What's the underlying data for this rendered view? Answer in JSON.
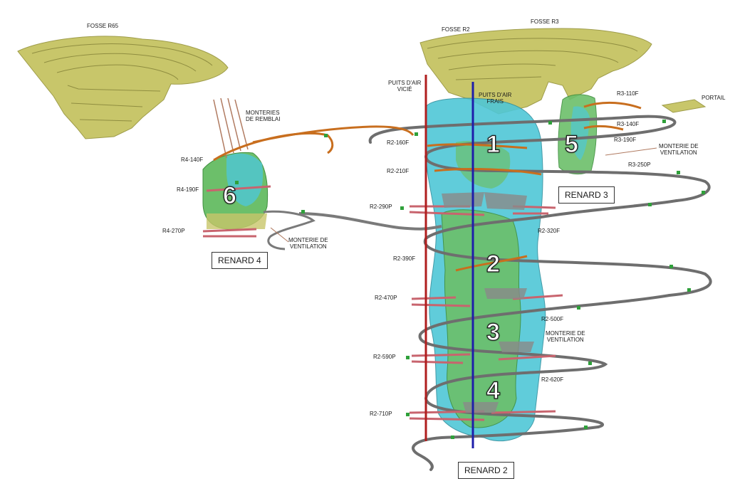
{
  "pits": {
    "r65": "FOSSE R65",
    "r2": "FOSSE R2",
    "r3": "FOSSE R3"
  },
  "shafts": {
    "exhaust": "PUITS D'AIR\nVICIÉ",
    "fresh": "PUITS D'AIR\nFRAIS"
  },
  "portal": "PORTAIL",
  "raises": {
    "backfill": "MONTERIES\nDE REMBLAI",
    "vent_r3": "MONTERIE DE\nVENTILATION",
    "vent_r4": "MONTERIE DE\nVENTILATION",
    "vent_r2": "MONTERIE DE\nVENTILATION"
  },
  "zones": {
    "renard2": "RENARD 2",
    "renard3": "RENARD 3",
    "renard4": "RENARD 4"
  },
  "numbers": [
    "1",
    "2",
    "3",
    "4",
    "5",
    "6"
  ],
  "levels": {
    "r2": [
      "R2-160F",
      "R2-210F",
      "R2-290P",
      "R2-320F",
      "R2-390F",
      "R2-470P",
      "R2-500F",
      "R2-590P",
      "R2-620F",
      "R2-710P"
    ],
    "r3": [
      "R3-110F",
      "R3-140F",
      "R3-190F",
      "R3-250P"
    ],
    "r4": [
      "R4-140F",
      "R4-190F",
      "R4-270P"
    ]
  },
  "colors": {
    "pit": "#c8c66a",
    "pit_dark": "#9e9c4a",
    "ore_cyan": "#4fc7d6",
    "ore_green": "#6cbf6a",
    "ramp": "#6e6e6e",
    "drift_orange": "#c86e1e",
    "drift_red": "#c8646e",
    "shaft_red": "#b01e1e",
    "shaft_blue": "#1e1eaa"
  }
}
